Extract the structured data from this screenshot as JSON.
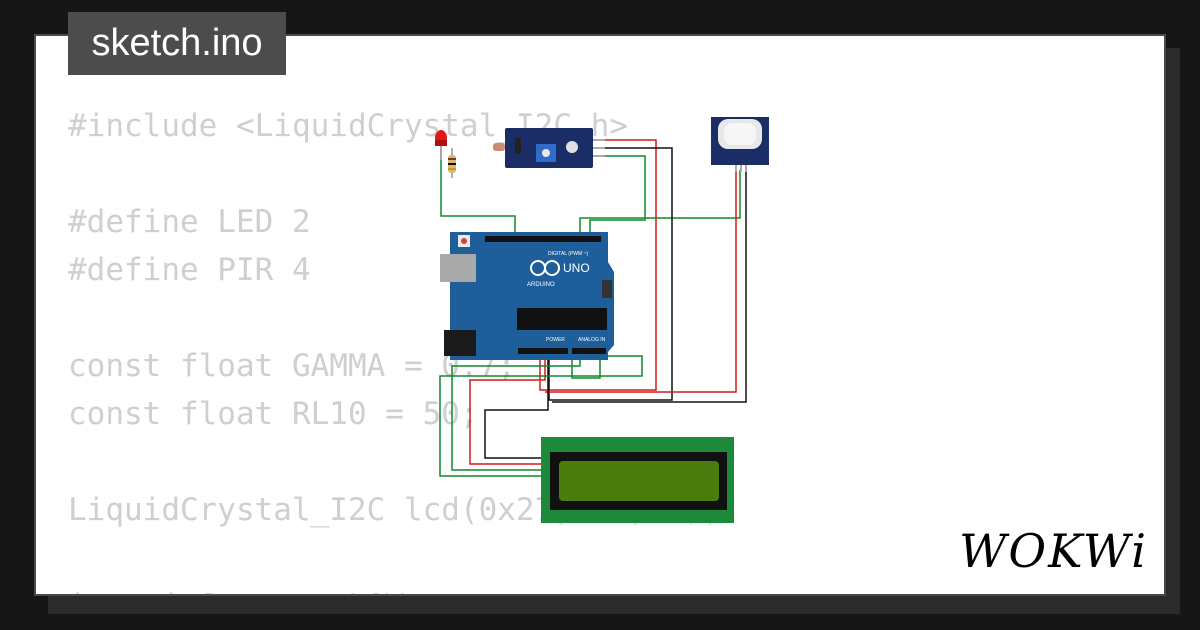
{
  "tab": {
    "title": "sketch.ino"
  },
  "code_lines": [
    "#include <LiquidCrystal_I2C.h>",
    "",
    "#define LED 2",
    "#define PIR 4",
    "",
    "const float GAMMA = 0.7;",
    "const float RL10 = 50;",
    "",
    "LiquidCrystal_I2C lcd(0x27, 16, 2);",
    "",
    "int pirState = LOW;"
  ],
  "board": {
    "name": "UNO",
    "brand": "ARDUINO",
    "digital_label": "DIGITAL (PWM ~)",
    "power_label": "POWER",
    "analog_label": "ANALOG IN"
  },
  "brand": {
    "logo": "WOKWi"
  },
  "colors": {
    "board": "#1e5f9b",
    "lcd_pcb": "#1c8a3a",
    "lcd_screen": "#4a7d0e",
    "wire_green": "#0f8a2a",
    "wire_red": "#d61a1a",
    "wire_black": "#111111"
  }
}
